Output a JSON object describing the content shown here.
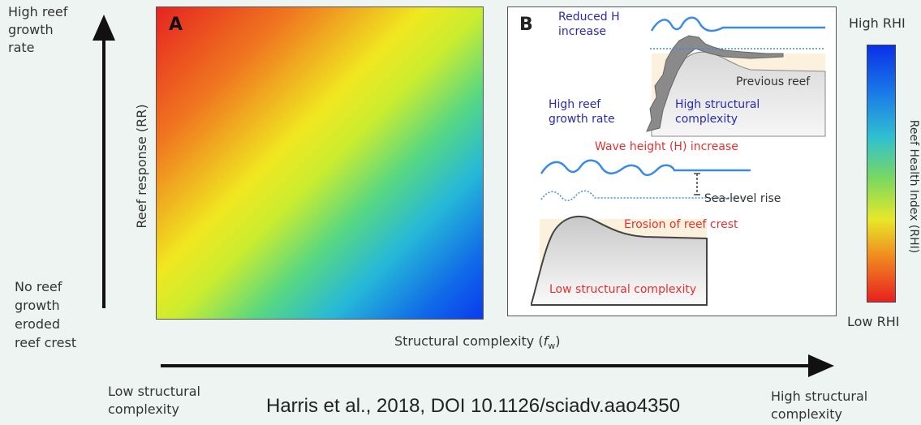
{
  "left_axis": {
    "top_label_lines": [
      "High reef",
      "growth",
      "rate"
    ],
    "bottom_label_lines": [
      "No reef",
      "growth",
      "eroded",
      "reef crest"
    ],
    "ylabel": "Reef response (RR)"
  },
  "bottom_axis": {
    "xlabel_main": "Structural complexity (",
    "xlabel_symbol": "f",
    "xlabel_sub": "w",
    "xlabel_close": ")",
    "left_label_lines": [
      "Low structural",
      "complexity"
    ],
    "right_label_lines": [
      "High structural",
      "complexity"
    ]
  },
  "panel_a": {
    "letter": "A"
  },
  "panel_b": {
    "letter": "B",
    "reduced_h_lines": [
      "Reduced H",
      "increase"
    ],
    "previous_reef": "Previous reef",
    "high_growth_lines": [
      "High reef",
      "growth rate"
    ],
    "high_complexity_lines": [
      "High structural",
      "complexity"
    ],
    "wave_height_increase": "Wave height (H) increase",
    "sea_level_rise": "Sea-level rise",
    "erosion": "Erosion of reef crest",
    "low_complexity": "Low structural complexity"
  },
  "colorbar": {
    "high": "High RHI",
    "low": "Low RHI",
    "axis_label": "Reef Health Index (RHI)"
  },
  "citation": "Harris et al., 2018, DOI 10.1126/sciadv.aao4350",
  "colors": {
    "accent_blue": "#2a2ab0",
    "accent_red": "#e83030",
    "wave_blue": "#3a8ae8"
  }
}
